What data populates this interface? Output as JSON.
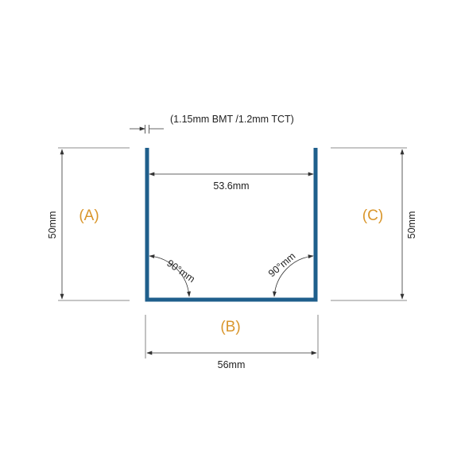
{
  "colors": {
    "channel": "#1f5f8c",
    "label": "#d9962b",
    "dimension": "#333333"
  },
  "thickness_label": "(1.15mm BMT /1.2mm TCT)",
  "inner_width_label": "53.6mm",
  "outer_width_label": "56mm",
  "left_height_label": "50mm",
  "right_height_label": "50mm",
  "left_angle_label": "90°mm",
  "right_angle_label": "90°mm",
  "side_labels": {
    "a": "(A)",
    "b": "(B)",
    "c": "(C)"
  }
}
